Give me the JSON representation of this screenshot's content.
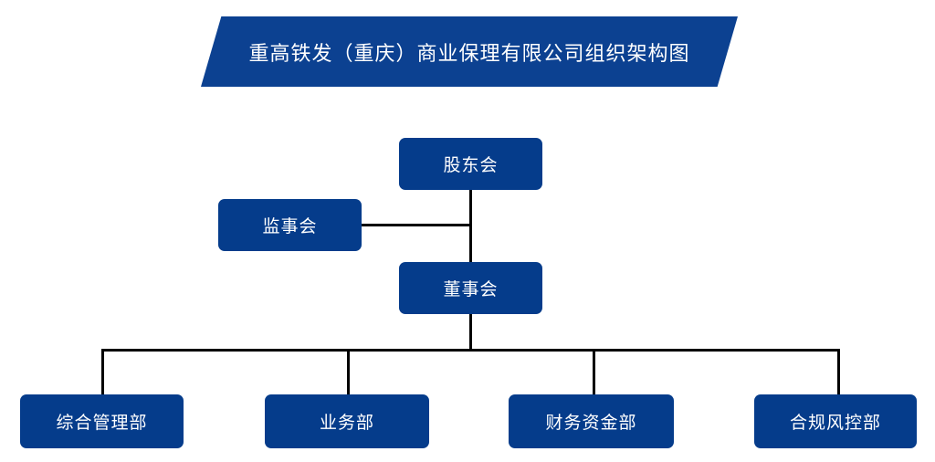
{
  "chart_data": {
    "type": "diagram",
    "diagram_type": "organization-chart",
    "title": "重高铁发（重庆）商业保理有限公司组织架构图",
    "orientation": "top-down",
    "nodes": [
      {
        "id": "shareholders",
        "label": "股东会",
        "level": 0
      },
      {
        "id": "supervisors",
        "label": "监事会",
        "level": 1
      },
      {
        "id": "directors",
        "label": "董事会",
        "level": 1
      },
      {
        "id": "dept-0",
        "label": "综合管理部",
        "level": 2
      },
      {
        "id": "dept-1",
        "label": "业务部",
        "level": 2
      },
      {
        "id": "dept-2",
        "label": "财务资金部",
        "level": 2
      },
      {
        "id": "dept-3",
        "label": "合规风控部",
        "level": 2
      }
    ],
    "edges": [
      {
        "from": "shareholders",
        "to": "directors"
      },
      {
        "from": "shareholders",
        "to": "supervisors"
      },
      {
        "from": "directors",
        "to": "dept-0"
      },
      {
        "from": "directors",
        "to": "dept-1"
      },
      {
        "from": "directors",
        "to": "dept-2"
      },
      {
        "from": "directors",
        "to": "dept-3"
      }
    ],
    "colors": {
      "banner": "#0c4191",
      "node_fill": "#053c8b",
      "node_text": "#ffffff",
      "connector": "#000000",
      "background": "#ffffff"
    }
  },
  "banner": {
    "title": "重高铁发（重庆）商业保理有限公司组织架构图"
  },
  "nodes": {
    "shareholders": "股东会",
    "supervisors": "监事会",
    "directors": "董事会"
  },
  "departments": [
    {
      "label": "综合管理部"
    },
    {
      "label": "业务部"
    },
    {
      "label": "财务资金部"
    },
    {
      "label": "合规风控部"
    }
  ]
}
